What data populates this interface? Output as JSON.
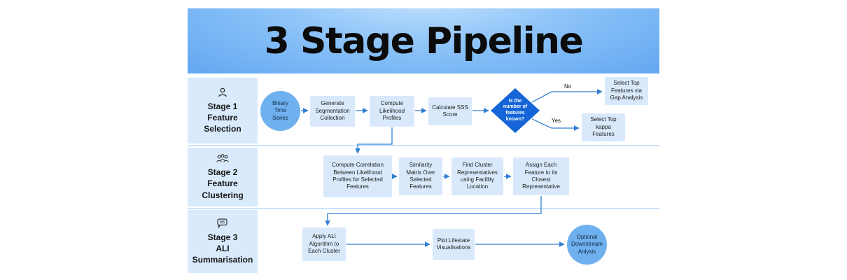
{
  "title": "3 Stage Pipeline",
  "stages": [
    {
      "label": "Stage 1\nFeature\nSelection",
      "icon": "person-icon"
    },
    {
      "label": "Stage 2\nFeature\nClustering",
      "icon": "group-icon"
    },
    {
      "label": "Stage 3\nALI\nSummarisation",
      "icon": "chat-icon"
    }
  ],
  "stage1": {
    "start": "Binary\nTime\nSeries",
    "nodes": [
      "Generate\nSegmentation\nCollection",
      "Compute\nLikelihood\nProfiles",
      "Calculate SSS\nScore"
    ],
    "decision": "Is the\nnumber of\nfeatures\nknown?",
    "branch_no": "No",
    "branch_yes": "Yes",
    "no_node": "Select Top\nFeatures via\nGap Analysis",
    "yes_node": "Select Top\nkappa\nFeatures"
  },
  "stage2": {
    "nodes": [
      "Compute Correlation\nBetween Likelihood\nProfiles for Selected\nFeatures",
      "Similarity\nMatrix Over\nSelected\nFeatures",
      "Find Cluster\nRepresentatives\nusing Facillity\nLocation",
      "Assign Each\nFeature to its\nClosest\nRepresentative"
    ]
  },
  "stage3": {
    "nodes": [
      "Apply ALI\nAlgorithm to\nEach Cluster",
      "Plot Lifestate\nVisualisations"
    ],
    "end": "Optional\nDownstream\nAnlysis"
  },
  "colors": {
    "accent": "#2f7fd3",
    "node_bg": "#d9e9fb",
    "label_bg": "#d9eafc",
    "diamond": "#1565d8",
    "circle": "#6fb0ee"
  }
}
